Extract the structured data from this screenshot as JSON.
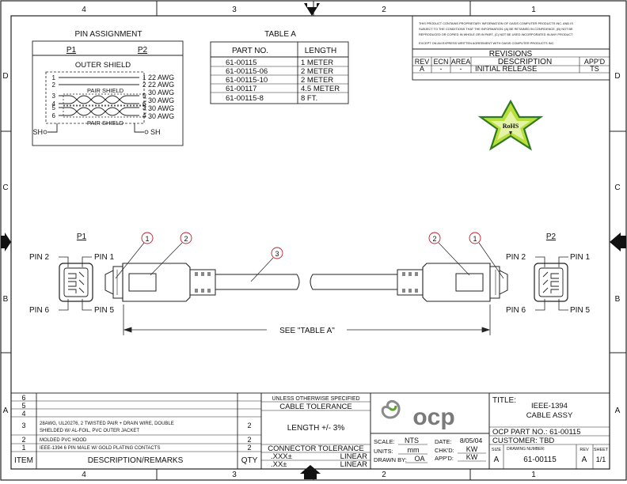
{
  "border": {
    "cols_top": [
      "4",
      "3",
      "2",
      "1"
    ],
    "cols_bottom": [
      "4",
      "3",
      "2",
      "1"
    ],
    "rows_left": [
      "D",
      "C",
      "B",
      "A"
    ],
    "rows_right": [
      "D",
      "C",
      "B",
      "A"
    ]
  },
  "pin_assignment": {
    "title": "PIN ASSIGNMENT",
    "p1": "P1",
    "p2": "P2",
    "outer_shield": "OUTER SHIELD",
    "pair_shield": "PAIR SHIELD",
    "rows": [
      {
        "l": "1",
        "r": "1",
        "awg": "22 AWG"
      },
      {
        "l": "2",
        "r": "2",
        "awg": "22 AWG"
      },
      {
        "l": "3",
        "r": "5",
        "awg": "30 AWG"
      },
      {
        "l": "4",
        "r": "6",
        "awg": "30 AWG"
      },
      {
        "l": "5",
        "r": "3",
        "awg": "30 AWG"
      },
      {
        "l": "6",
        "r": "4",
        "awg": "30 AWG"
      }
    ],
    "sh": "SH"
  },
  "table_a": {
    "title": "TABLE A",
    "headers": [
      "PART NO.",
      "LENGTH"
    ],
    "rows": [
      [
        "61-00115",
        "1 METER"
      ],
      [
        "61-00115-06",
        "2 METER"
      ],
      [
        "61-00115-10",
        "2 METER"
      ],
      [
        "61-00117",
        "4.5 METER"
      ],
      [
        "61-00115-8",
        "8 FT."
      ]
    ]
  },
  "notice": [
    "THIS PRODUCT CONTAINS PROPRIETARY INFORMATION OF OASIS COMPUTER PRODUCTS INC. AND IS",
    "SUBJECT TO THE CONDITIONS THAT THE INFORMATION: (A) BE RETAINED IN CONFIDENCE, (B) NOT BE",
    "REPRODUCED OR COPIED IN WHOLE OR IN PART, (C) NOT BE USED INCORPORATED IN ANY PRODUCT",
    "EXCEPT ON AN EXPRESS WRITTEN AGREEMENT WITH OASIS COMPUTER PRODUCTS INC."
  ],
  "revisions": {
    "title": "REVISIONS",
    "headers": [
      "REV",
      "ECN",
      "AREA",
      "DESCRIPTION",
      "APP'D"
    ],
    "row": [
      "A",
      "-",
      "-",
      "INITIAL RELEASE",
      "TS"
    ]
  },
  "rohs": "RoHS",
  "cable": {
    "p1": "P1",
    "p2": "P2",
    "pin1": "PIN 1",
    "pin2": "PIN 2",
    "pin5": "PIN 5",
    "pin6": "PIN 6",
    "balloons": [
      "1",
      "2",
      "3"
    ],
    "dimension": "SEE \"TABLE A\""
  },
  "bom": {
    "rows": [
      {
        "item": "6",
        "desc": "",
        "qty": ""
      },
      {
        "item": "5",
        "desc": "",
        "qty": ""
      },
      {
        "item": "4",
        "desc": "",
        "qty": ""
      },
      {
        "item": "3",
        "desc": "28AWG, UL20276, 2 TWISTED PAIR + DRAIN WIRE, DOUBLE",
        "desc2": "SHIELDED W/ AL-FOIL, PVC OUTER JACKET",
        "qty": "2"
      },
      {
        "item": "2",
        "desc": "MOLDED PVC HOOD",
        "qty": "2"
      },
      {
        "item": "1",
        "desc": "IEEE-1394 6 PIN MALE W/ GOLD PLATING CONTACTS",
        "qty": "2"
      }
    ],
    "headers": {
      "item": "ITEM",
      "desc": "DESCRIPTION/REMARKS",
      "qty": "QTY"
    }
  },
  "tolerance": {
    "unless": "UNLESS OTHERWISE SPECIFIED",
    "cable_tol": "CABLE TOLERANCE",
    "length": "LENGTH +/- 3%",
    "conn_tol": "CONNECTOR TOLERANCE",
    "x1": ".XXX±",
    "x2": ".XX±",
    "linear": "LINEAR"
  },
  "logo": "ocp",
  "scale_block": {
    "scale_l": "SCALE:",
    "scale_v": "NTS",
    "units_l": "UNITS:",
    "units_v": "mm",
    "drawn_l": "DRAWN BY:",
    "drawn_v": "OA",
    "date_l": "DATE:",
    "date_v": "8/05/04",
    "chk_l": "CHK'D:",
    "chk_v": "KW",
    "appd_l": "APP'D:",
    "appd_v": "KW"
  },
  "title_block": {
    "title_l": "TITLE:",
    "title1": "IEEE-1394",
    "title2": "CABLE ASSY",
    "part": "OCP PART NO.: 61-00115",
    "customer": "CUSTOMER: TBD",
    "size_l": "SIZE",
    "size_v": "A",
    "dwg_l": "DRAWING NUMBER:",
    "dwg_v": "61-00115",
    "rev_l": "REV",
    "rev_v": "A",
    "sheet_l": "SHEET",
    "sheet_v": "1/1"
  }
}
